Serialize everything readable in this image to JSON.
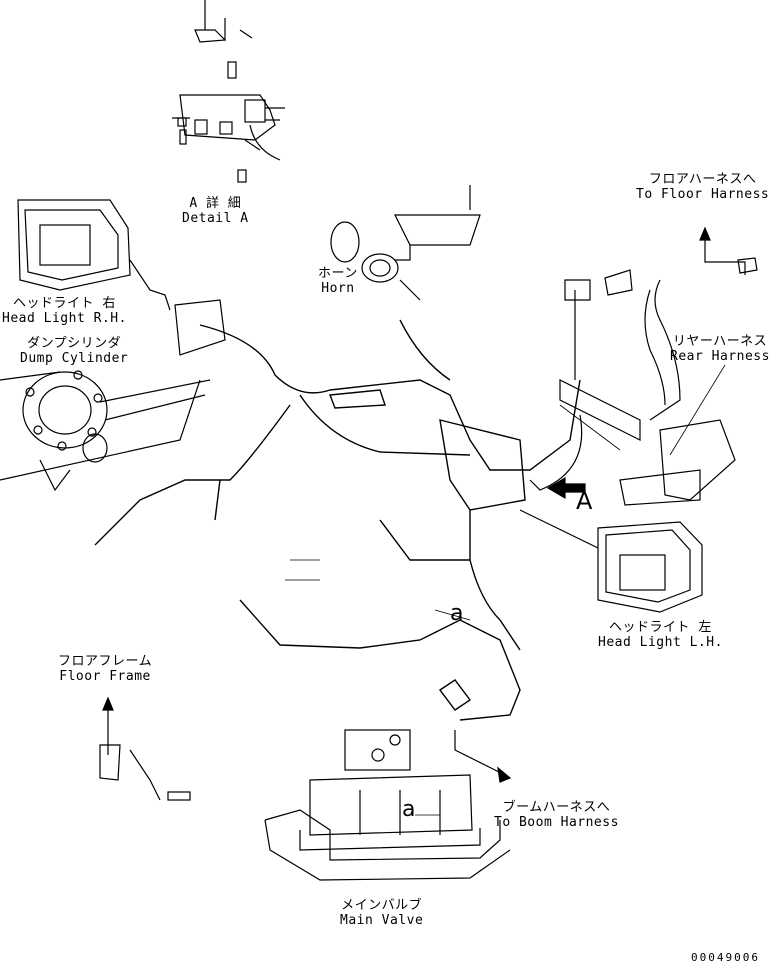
{
  "labels": {
    "detail_a": {
      "jp": "A 詳 細",
      "en": "Detail A"
    },
    "floor_harness": {
      "jp": "フロアハーネスへ",
      "en": "To Floor Harness"
    },
    "horn": {
      "jp": "ホーン",
      "en": "Horn"
    },
    "headlight_rh": {
      "jp": "ヘッドライト 右",
      "en": "Head Light R.H."
    },
    "dump_cylinder": {
      "jp": "ダンプシリンダ",
      "en": "Dump Cylinder"
    },
    "rear_harness": {
      "jp": "リヤーハーネス",
      "en": "Rear Harness"
    },
    "headlight_lh": {
      "jp": "ヘッドライト 左",
      "en": "Head Light L.H."
    },
    "floor_frame": {
      "jp": "フロアフレーム",
      "en": "Floor Frame"
    },
    "boom_harness": {
      "jp": "ブームハーネスへ",
      "en": "To Boom Harness"
    },
    "main_valve": {
      "jp": "メインバルブ",
      "en": "Main Valve"
    }
  },
  "markers": {
    "view_a": "A",
    "conn_a_1": "a",
    "conn_a_2": "a"
  },
  "drawing_code": "00049006"
}
